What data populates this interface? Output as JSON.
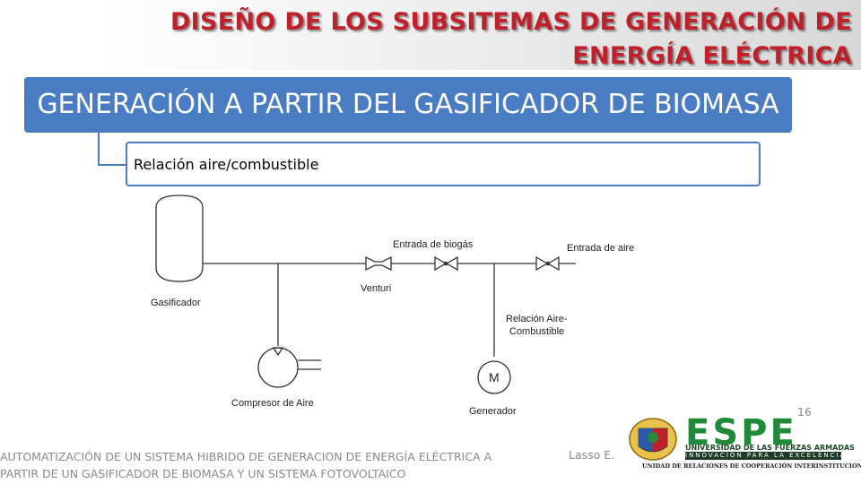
{
  "slide": {
    "title": "DISEÑO DE LOS SUBSITEMAS DE GENERACIÓN DE ENERGÍA ELÉCTRICA",
    "main_heading": "GENERACIÓN A PARTIR DEL GASIFICADOR DE BIOMASA",
    "sub_heading": "Relación aire/combustible",
    "accent_color": "#4a7cc3",
    "title_color": "#c0202a"
  },
  "diagram": {
    "labels": {
      "gasifier": "Gasificador",
      "venturi": "Venturi",
      "biogas_inlet": "Entrada de biogás",
      "air_inlet": "Entrada de aire",
      "ratio_line1": "Relación Aire-",
      "ratio_line2": "Combustible",
      "compressor": "Compresor de Aire",
      "generator": "Generador",
      "motor_symbol": "M"
    }
  },
  "footer": {
    "thesis_line1": "AUTOMATIZACIÓN DE UN SISTEMA HIBRIDO DE GENERACION DE ENERGÍA ELÉCTRICA A",
    "thesis_line2": "PARTIR DE UN GASIFICADOR DE BIOMASA Y UN SISTEMA FOTOVOLTAICO",
    "author": "Lasso E.",
    "page_number": "16"
  },
  "logo": {
    "name": "ESPE",
    "university": "UNIVERSIDAD DE LAS FUERZAS ARMADAS",
    "slogan": "INNOVACIÓN PARA LA EXCELENCIA",
    "unit": "UNIDAD DE RELACIONES DE COOPERACIÓN INTERINSTITUCIONAL"
  }
}
